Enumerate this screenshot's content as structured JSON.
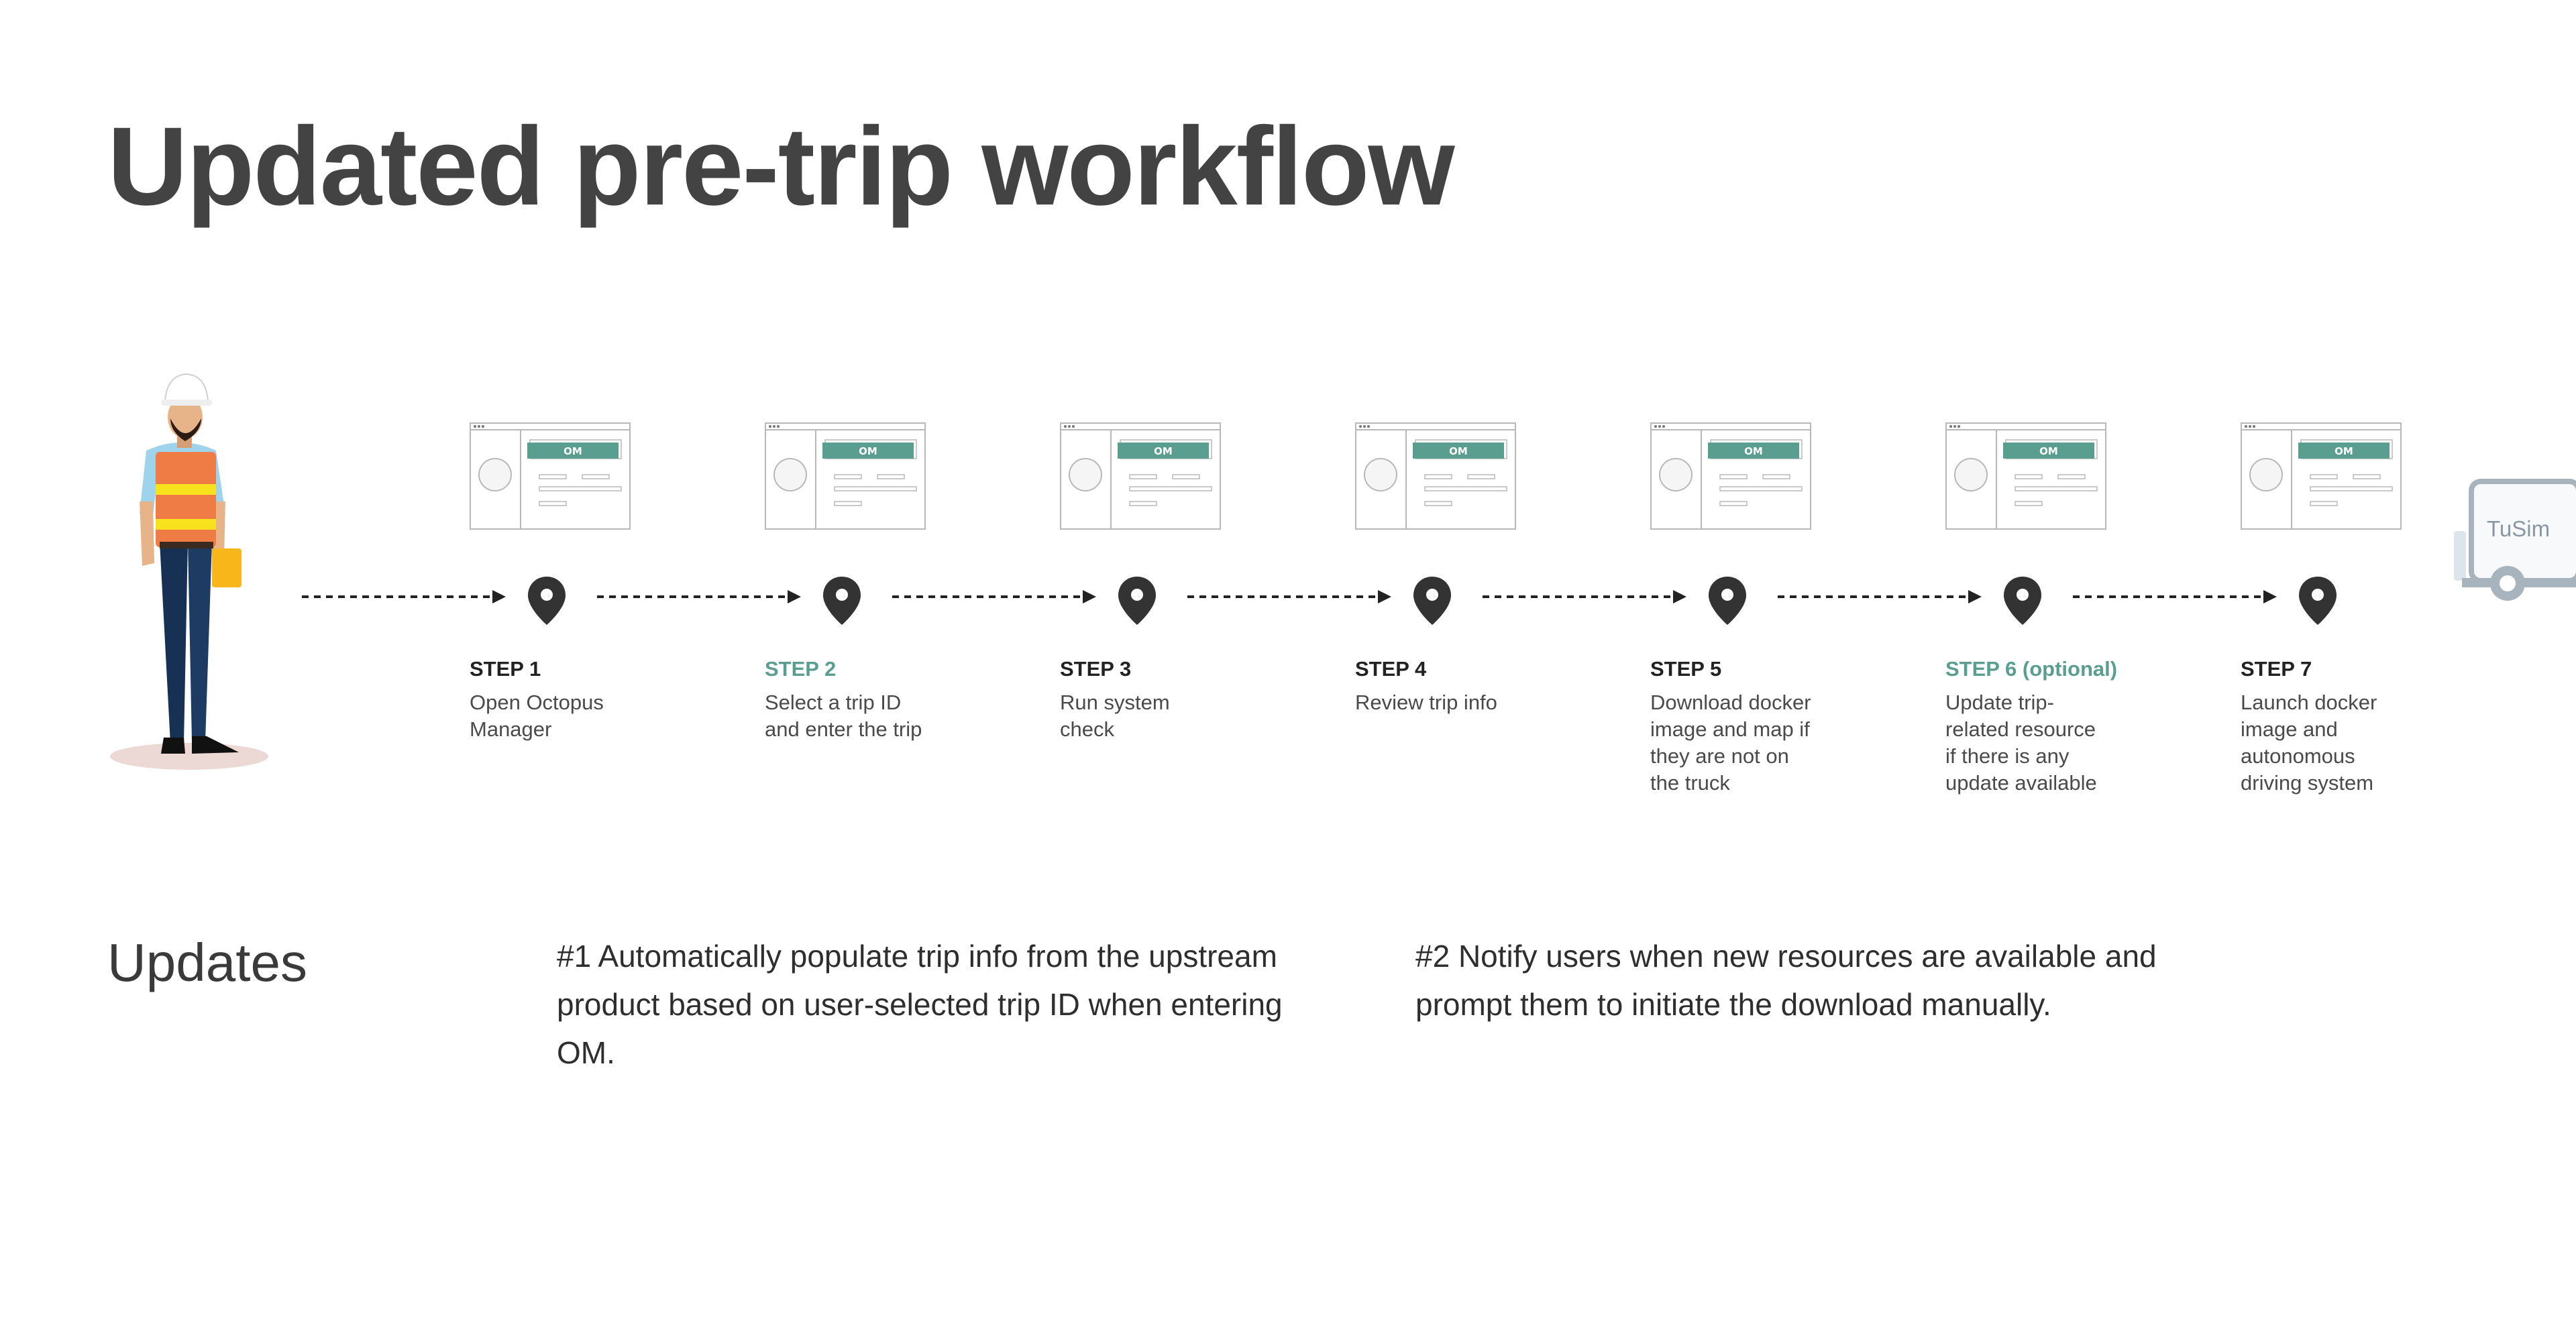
{
  "title": "Updated pre-trip workflow",
  "colors": {
    "accent": "#5a9e90",
    "title": "#434343",
    "pin": "#333333",
    "wireframe": "#b8b8b8",
    "truck": "#a7b3bd",
    "vest": "#f07c45",
    "reflective": "#f7e21d"
  },
  "steps": [
    {
      "label": "STEP 1",
      "description": "Open Octopus Manager",
      "highlight": false,
      "screen_label": "OM"
    },
    {
      "label": "STEP 2",
      "description": "Select a trip ID and enter the trip",
      "highlight": true,
      "screen_label": "OM"
    },
    {
      "label": "STEP 3",
      "description": "Run system check",
      "highlight": false,
      "screen_label": "OM"
    },
    {
      "label": "STEP 4",
      "description": "Review trip info",
      "highlight": false,
      "screen_label": "OM"
    },
    {
      "label": "STEP 5",
      "description": "Download docker image and map if they are not on the truck",
      "highlight": false,
      "screen_label": "OM"
    },
    {
      "label": "STEP 6 (optional)",
      "description": "Update trip-related resource if there is any update available",
      "highlight": true,
      "screen_label": "OM"
    },
    {
      "label": "STEP 7",
      "description": "Launch docker image and autonomous driving system",
      "highlight": false,
      "screen_label": "OM"
    }
  ],
  "truck_label": "TuSim",
  "updates": {
    "heading": "Updates",
    "items": [
      "#1 Automatically populate trip info from the upstream product based on user-selected trip ID when entering OM.",
      "#2 Notify users when new resources are available and prompt them to initiate the download manually."
    ]
  }
}
